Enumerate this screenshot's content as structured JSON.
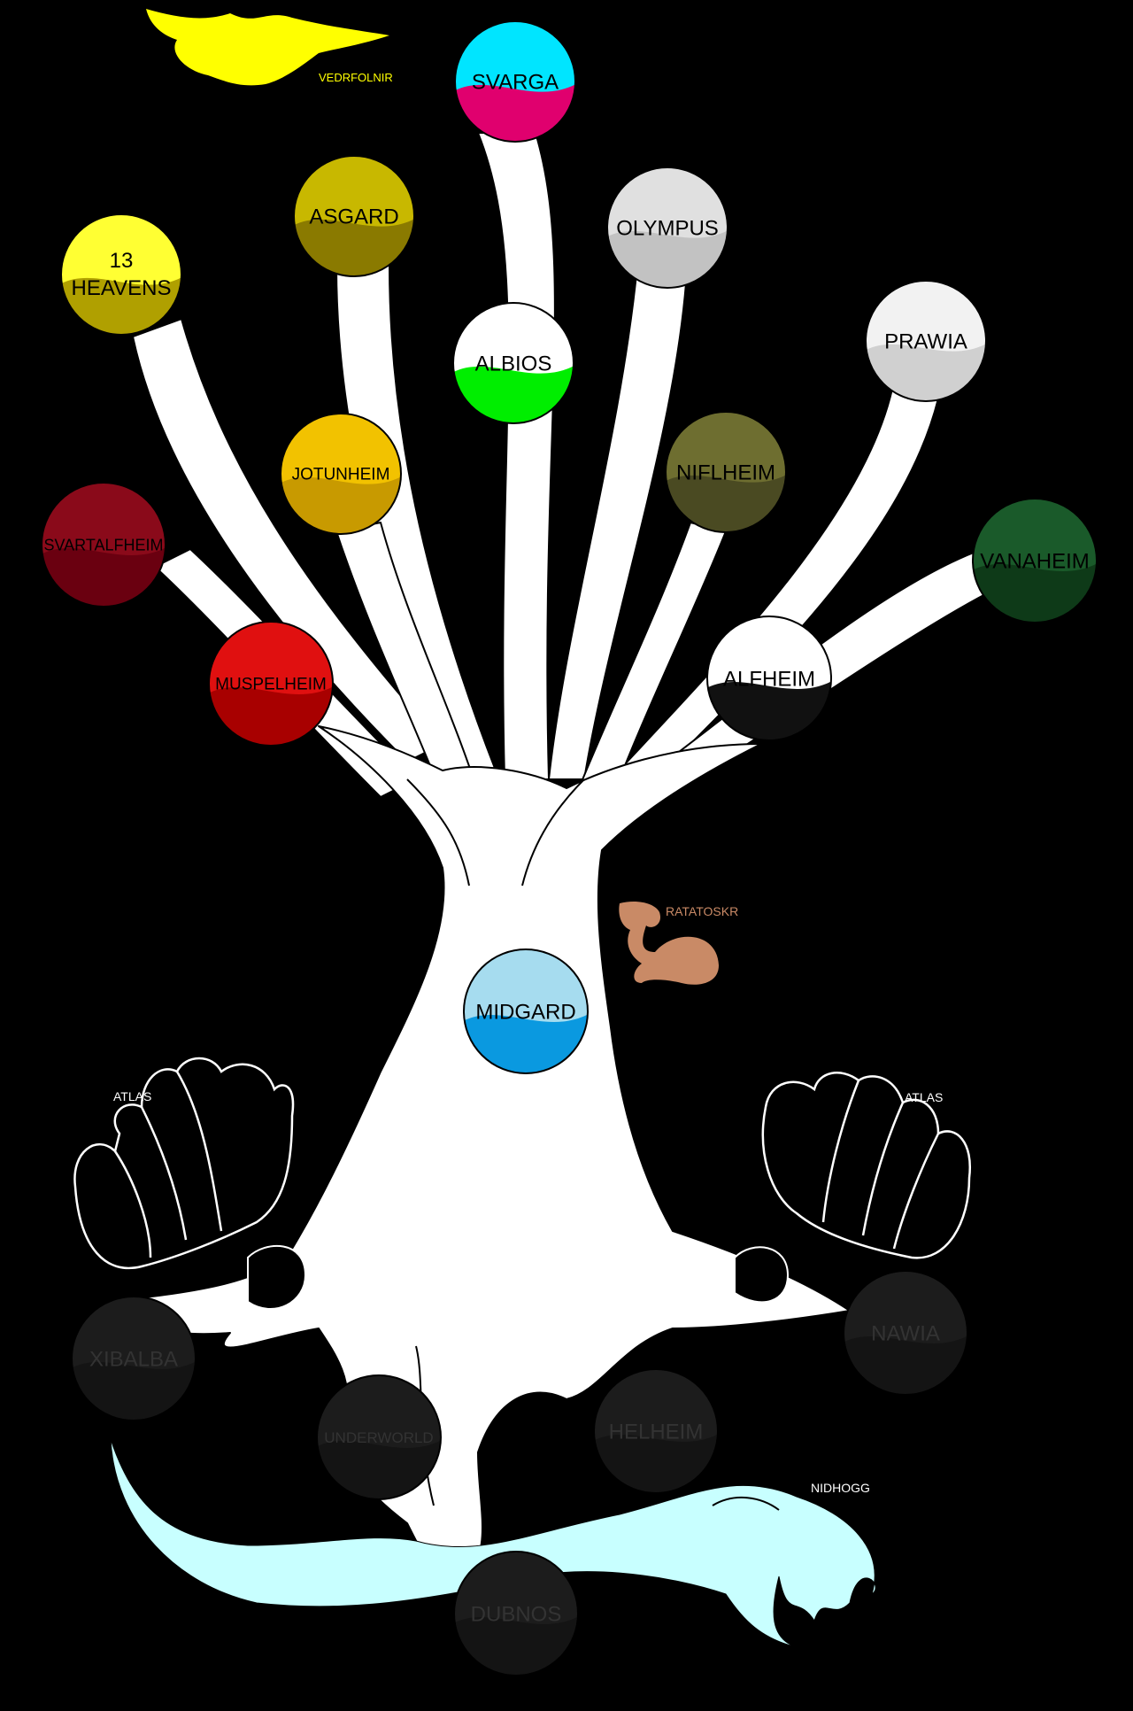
{
  "diagram": {
    "background": "#000000",
    "trunk_color": "#ffffff",
    "outline_color": "#000000"
  },
  "creatures": {
    "eagle": {
      "label": "VEDRFOLNIR",
      "color": "#ffff00",
      "icon": "eagle-silhouette"
    },
    "squirrel": {
      "label": "RATATOSKR",
      "color": "#c98a66",
      "icon": "squirrel-silhouette"
    },
    "dragon": {
      "label": "NIDHOGG",
      "color": "#c8ffff",
      "icon": "serpent-silhouette"
    },
    "atlas_left": {
      "label": "ATLAS",
      "icon": "hand-outline"
    },
    "atlas_right": {
      "label": "ATLAS",
      "icon": "hand-outline"
    }
  },
  "realms": [
    {
      "id": "svarga",
      "label": "SVARGA",
      "top": "#00e5ff",
      "bottom": "#e0006e",
      "text": "#000000"
    },
    {
      "id": "asgard",
      "label": "ASGARD",
      "top": "#c8b800",
      "bottom": "#8a7a00",
      "text": "#000000"
    },
    {
      "id": "olympus",
      "label": "OLYMPUS",
      "top": "#e0e0e0",
      "bottom": "#c2c2c2",
      "text": "#000000"
    },
    {
      "id": "heavens",
      "label_line1": "13",
      "label_line2": "HEAVENS",
      "top": "#ffff33",
      "bottom": "#b0a000",
      "text": "#000000"
    },
    {
      "id": "prawia",
      "label": "PRAWIA",
      "top": "#f2f2f2",
      "bottom": "#d0d0d0",
      "text": "#000000"
    },
    {
      "id": "albios",
      "label": "ALBIOS",
      "top": "#ffffff",
      "bottom": "#00ee00",
      "text": "#000000"
    },
    {
      "id": "jotunheim",
      "label": "JOTUNHEIM",
      "top": "#f2c200",
      "bottom": "#c89a00",
      "text": "#000000"
    },
    {
      "id": "niflheim",
      "label": "NIFLHEIM",
      "top": "#6e6e30",
      "bottom": "#4a4a22",
      "text": "#000000"
    },
    {
      "id": "svartalfheim",
      "label": "SVARTALFHEIM",
      "top": "#8a0a1a",
      "bottom": "#6a0010",
      "text": "#000000"
    },
    {
      "id": "vanaheim",
      "label": "VANAHEIM",
      "top": "#1a5a2a",
      "bottom": "#0e3a18",
      "text": "#000000"
    },
    {
      "id": "muspelheim",
      "label": "MUSPELHEIM",
      "top": "#e01010",
      "bottom": "#a80000",
      "text": "#000000"
    },
    {
      "id": "alfheim",
      "label": "ALFHEIM",
      "top": "#ffffff",
      "bottom": "#111111",
      "text": "#000000"
    },
    {
      "id": "midgard",
      "label": "MIDGARD",
      "top": "#a6dcef",
      "bottom": "#0a99e0",
      "text": "#000000"
    },
    {
      "id": "xibalba",
      "label": "XIBALBA",
      "top": "#1c1c1c",
      "bottom": "#141414",
      "text": "#333333"
    },
    {
      "id": "nawia",
      "label": "NAWIA",
      "top": "#1c1c1c",
      "bottom": "#141414",
      "text": "#333333"
    },
    {
      "id": "underworld",
      "label": "UNDERWORLD",
      "top": "#1c1c1c",
      "bottom": "#141414",
      "text": "#333333"
    },
    {
      "id": "helheim",
      "label": "HELHEIM",
      "top": "#1c1c1c",
      "bottom": "#141414",
      "text": "#333333"
    },
    {
      "id": "dubnos",
      "label": "DUBNOS",
      "top": "#1c1c1c",
      "bottom": "#141414",
      "text": "#333333"
    }
  ]
}
